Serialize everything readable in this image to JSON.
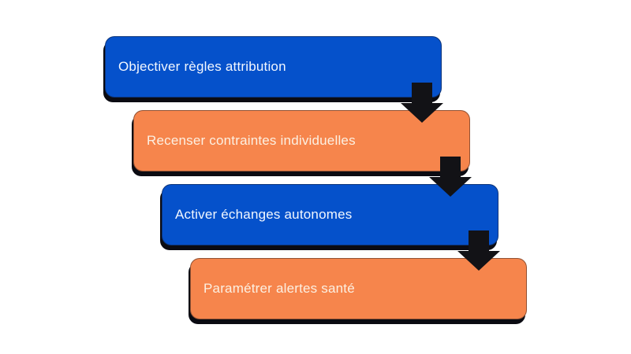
{
  "canvas": {
    "background_color": "#ffffff"
  },
  "diagram": {
    "type": "step-down-process",
    "steps": [
      {
        "label": "Objectiver règles attribution",
        "fill": "#0551CB",
        "text_color": "#F2F7FF"
      },
      {
        "label": "Recenser contraintes individuelles",
        "fill": "#F6854C",
        "text_color": "#FCF0E2"
      },
      {
        "label": "Activer échanges autonomes",
        "fill": "#0551CB",
        "text_color": "#F2F7FF"
      },
      {
        "label": "Paramétrer alertes santé",
        "fill": "#F6854C",
        "text_color": "#FCF0E2"
      }
    ],
    "arrow_color": "#121216",
    "shadow_color": "#0b0b12"
  }
}
